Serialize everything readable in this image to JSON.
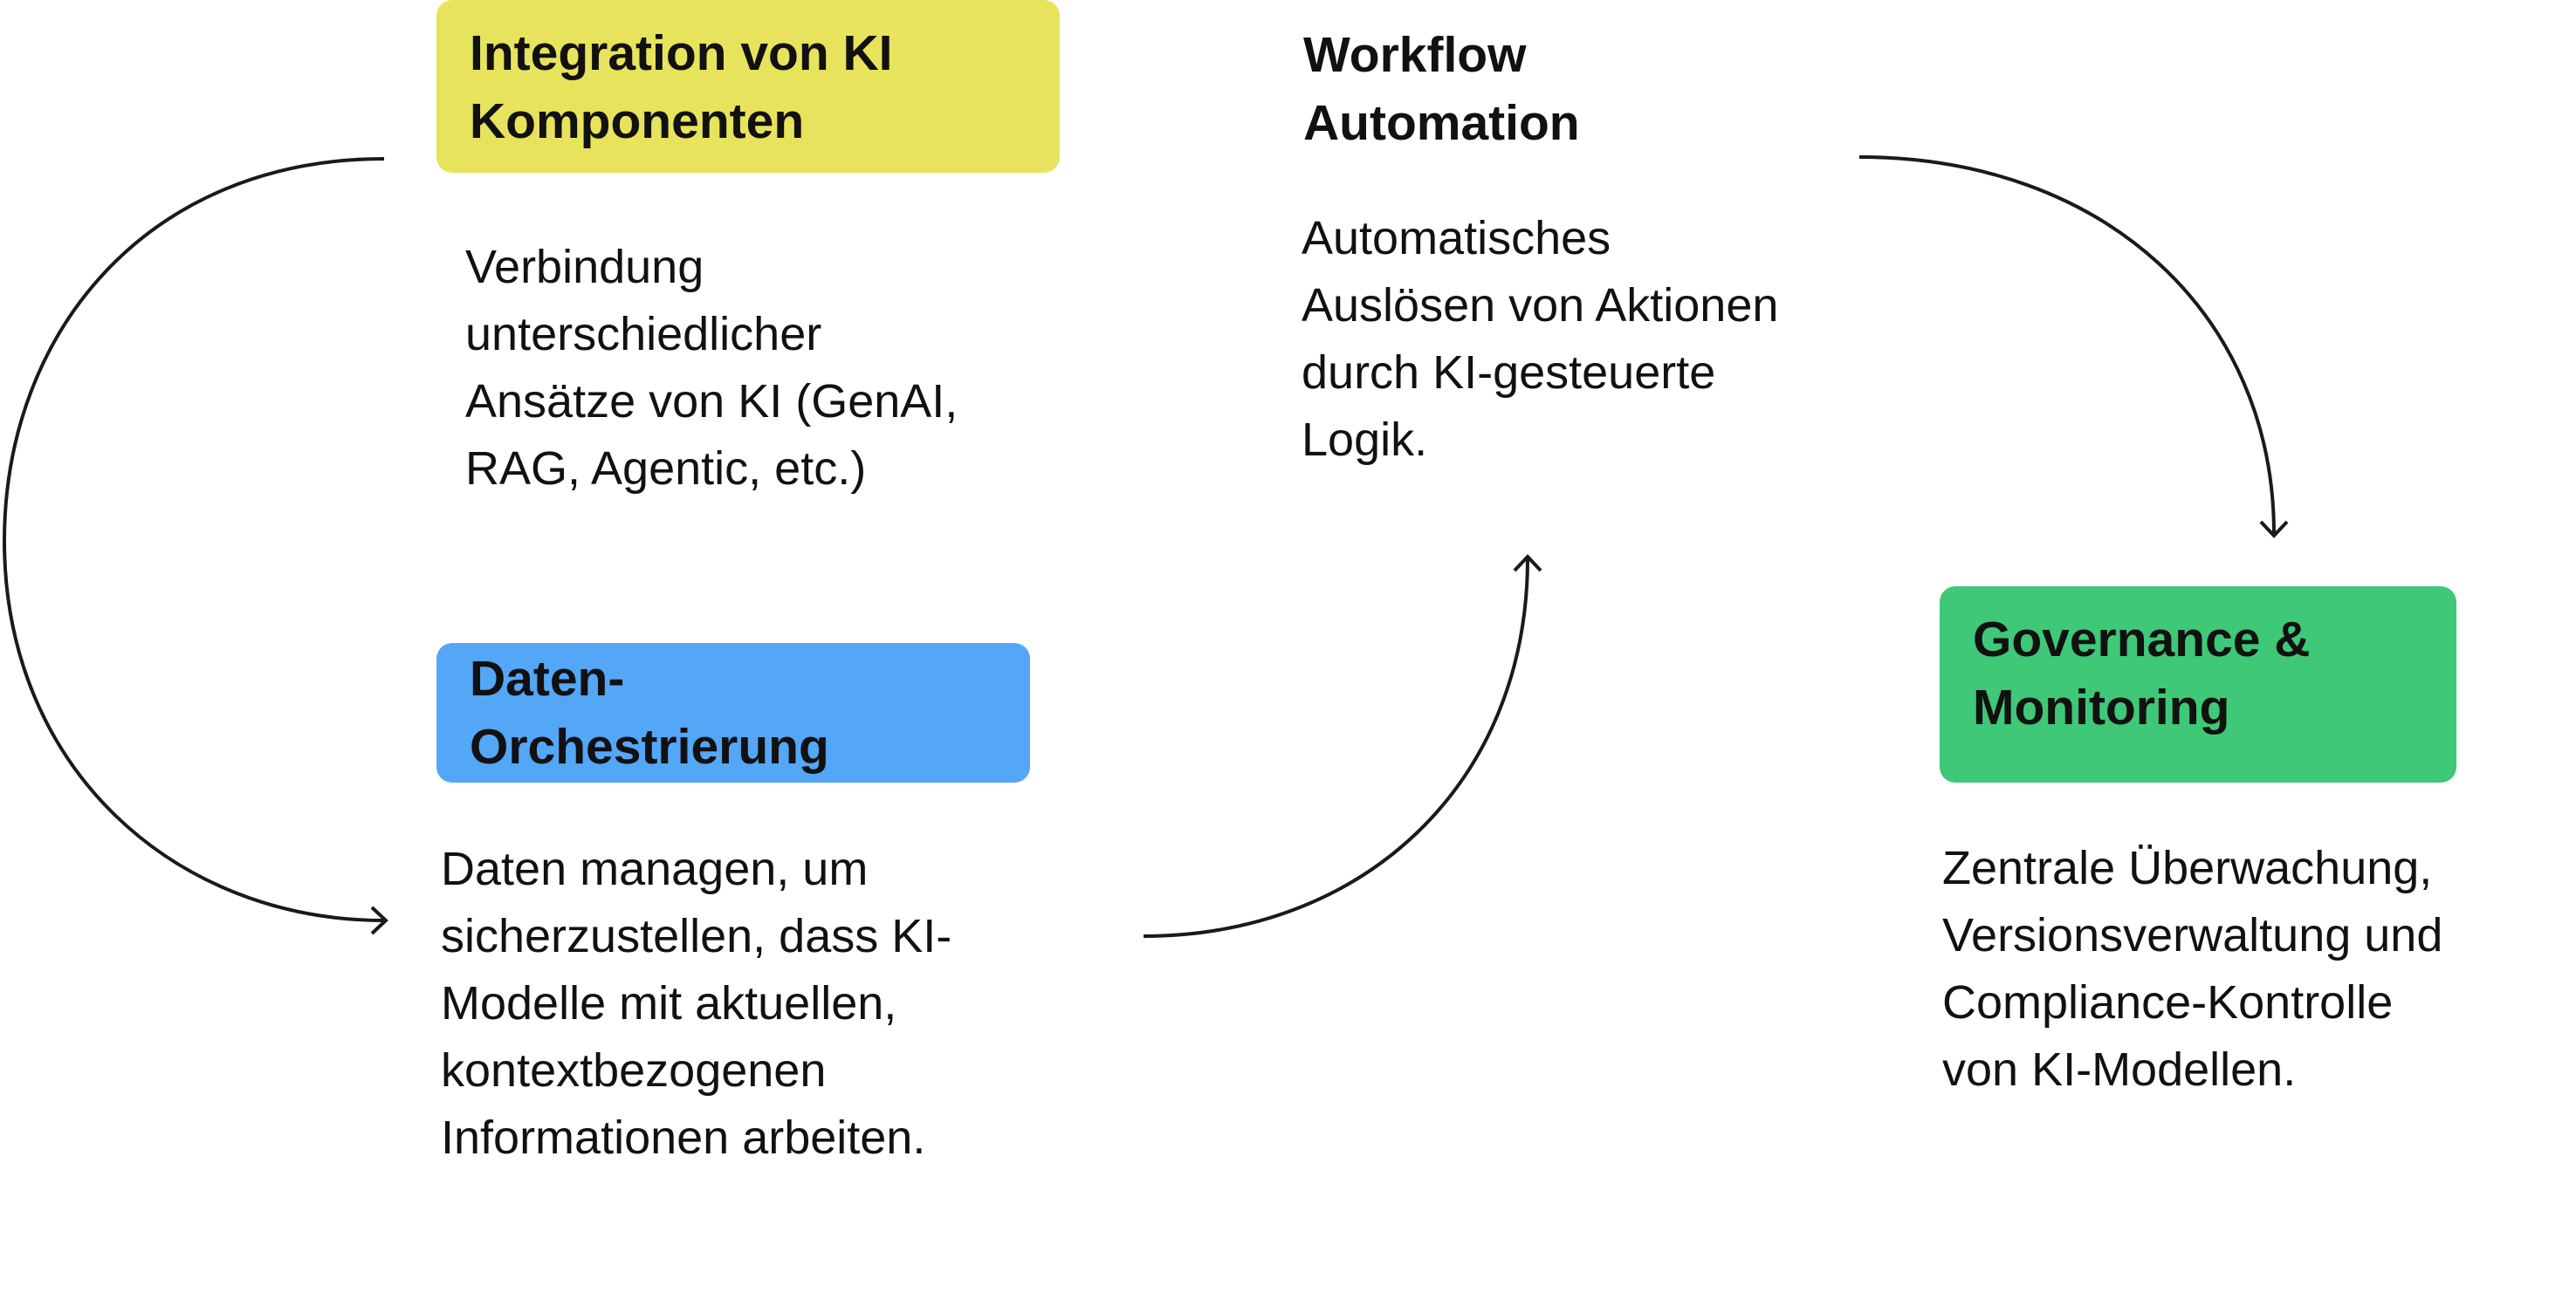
{
  "nodes": [
    {
      "id": "integration",
      "title": "Integration von KI\nKomponenten",
      "description": "Verbindung\nunterschiedlicher\nAnsätze von KI (GenAI,\nRAG, Agentic, etc.)",
      "color": "#e7e35c"
    },
    {
      "id": "daten",
      "title": "Daten-\nOrchestrierung",
      "description": "Daten managen, um\nsicherzustellen, dass KI-\nModelle mit aktuellen,\nkontextbezogenen\nInformationen arbeiten.",
      "color": "#54a6f7"
    },
    {
      "id": "workflow",
      "title": "Workflow\nAutomation",
      "description": "Automatisches\nAuslösen von Aktionen\ndurch KI-gesteuerte\nLogik.",
      "color": ""
    },
    {
      "id": "governance",
      "title": "Governance &\nMonitoring",
      "description": "Zentrale Überwachung,\nVersionsverwaltung und\nCompliance-Kontrolle\nvon KI-Modellen.",
      "color": "#3ec878"
    }
  ],
  "edges": [
    {
      "from": "integration",
      "to": "daten"
    },
    {
      "from": "daten",
      "to": "workflow"
    },
    {
      "from": "workflow",
      "to": "governance"
    }
  ]
}
